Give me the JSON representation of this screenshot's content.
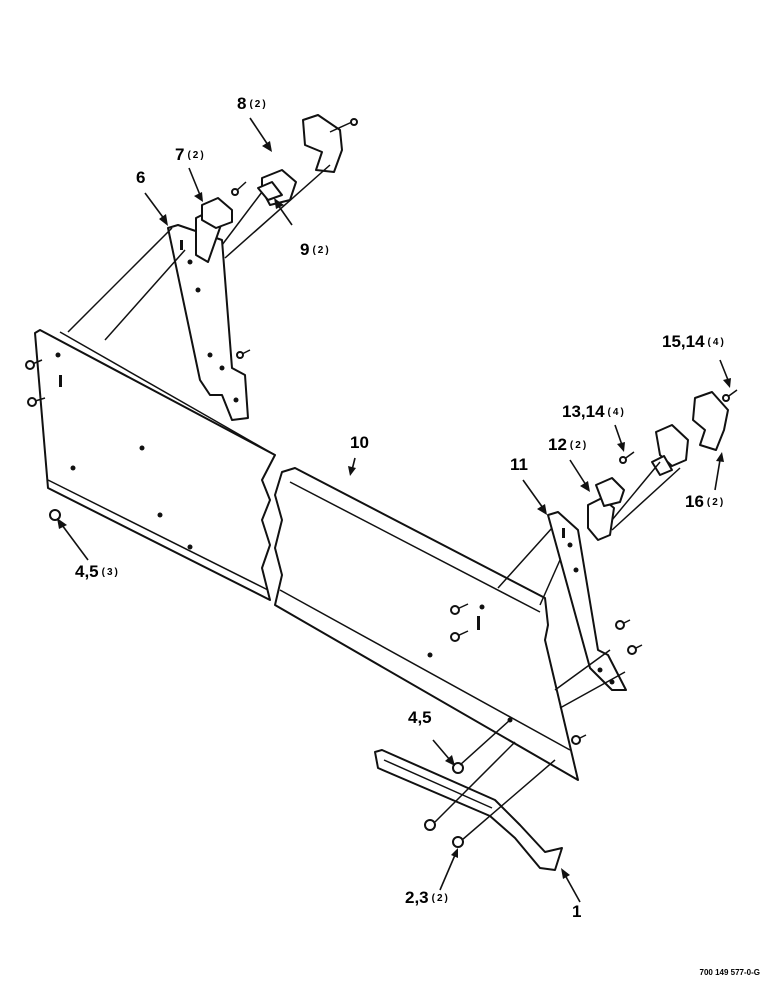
{
  "diagram": {
    "callouts": [
      {
        "id": "c1",
        "label": "1",
        "qty": ""
      },
      {
        "id": "c2",
        "label": "2,3",
        "qty": "(2)"
      },
      {
        "id": "c3",
        "label": "4,5",
        "qty": ""
      },
      {
        "id": "c4",
        "label": "4,5",
        "qty": "(3)"
      },
      {
        "id": "c5",
        "label": "6",
        "qty": ""
      },
      {
        "id": "c6",
        "label": "7",
        "qty": "(2)"
      },
      {
        "id": "c7",
        "label": "8",
        "qty": "(2)"
      },
      {
        "id": "c8",
        "label": "9",
        "qty": "(2)"
      },
      {
        "id": "c9",
        "label": "10",
        "qty": ""
      },
      {
        "id": "c10",
        "label": "11",
        "qty": ""
      },
      {
        "id": "c11",
        "label": "12",
        "qty": "(2)"
      },
      {
        "id": "c12",
        "label": "13,14",
        "qty": "(4)"
      },
      {
        "id": "c13",
        "label": "15,14",
        "qty": "(4)"
      },
      {
        "id": "c14",
        "label": "16",
        "qty": "(2)"
      }
    ],
    "footer_code": "700 149 577-0-G"
  }
}
